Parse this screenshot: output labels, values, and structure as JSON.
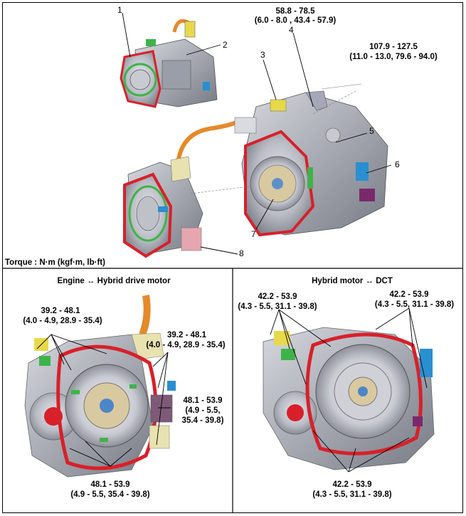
{
  "top_panel": {
    "callouts": [
      "1",
      "2",
      "3",
      "4",
      "5",
      "6",
      "7",
      "8"
    ],
    "torque_a_line1": "58.8 - 78.5",
    "torque_a_line2": "(6.0 - 8.0 , 43.4 - 57.9)",
    "torque_b_line1": "107.9 - 127.5",
    "torque_b_line2": "(11.0 - 13.0, 79.6 - 94.0)",
    "torque_units": "Torque : N·m (kgf·m, lb·ft)"
  },
  "left_panel": {
    "title": "Engine ↔ Hybrid drive motor",
    "torque_tl_line1": "39.2 - 48.1",
    "torque_tl_line2": "(4.0 - 4.9, 28.9 - 35.4)",
    "torque_tr_line1": "39.2 - 48.1",
    "torque_tr_line2": "(4.0 - 4.9, 28.9 - 35.4)",
    "torque_r_line1": "48.1 - 53.9",
    "torque_r_line2": "(4.9 - 5.5,",
    "torque_r_line3": "35.4 - 39.8)",
    "torque_b_line1": "48.1 - 53.9",
    "torque_b_line2": "(4.9 - 5.5, 35.4 - 39.8)"
  },
  "right_panel": {
    "title": "Hybrid motor ↔ DCT",
    "torque_tl_line1": "42.2 - 53.9",
    "torque_tl_line2": "(4.3 - 5.5, 31.1 - 39.8)",
    "torque_tr_line1": "42.2 - 53.9",
    "torque_tr_line2": "(4.3 - 5.5, 31.1 - 39.8)",
    "torque_b_line1": "42.2 - 53.9",
    "torque_b_line2": "(4.3 - 5.5, 31.1 - 39.8)"
  },
  "colors": {
    "flange_red": "#d8202a",
    "housing_gray": "#b9bcc4",
    "housing_dark": "#6e727c",
    "cable_orange": "#e58a2a",
    "green_part": "#3fb34a",
    "blue_part": "#2a8fd0",
    "yellow_part": "#e8d94a"
  }
}
